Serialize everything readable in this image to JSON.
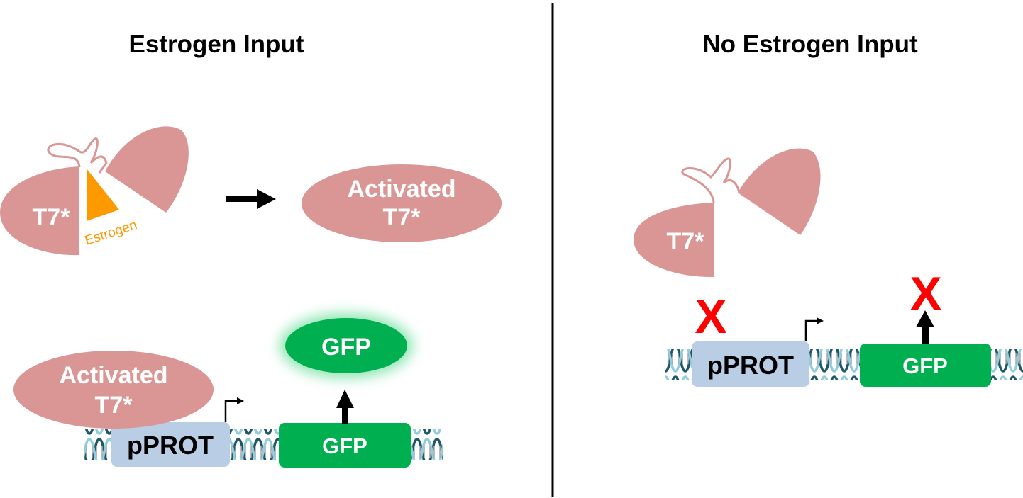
{
  "panels": {
    "left": {
      "title": "Estrogen Input"
    },
    "right": {
      "title": "No Estrogen Input"
    }
  },
  "labels": {
    "t7": "T7*",
    "estrogen": "Estrogen",
    "activated_line1": "Activated",
    "activated_line2": "T7*",
    "promoter": "pPROT",
    "gfp_gene": "GFP",
    "gfp_protein": "GFP",
    "blocked_mark": "X"
  },
  "colors": {
    "protein": "#d99694",
    "estrogen": "#ff9900",
    "promoter_box": "#b9cde5",
    "gfp": "#00b050",
    "blocked_mark": "#ff0000",
    "dna_strand_dark": "#215868",
    "dna_strand_light": "#93cddd"
  }
}
